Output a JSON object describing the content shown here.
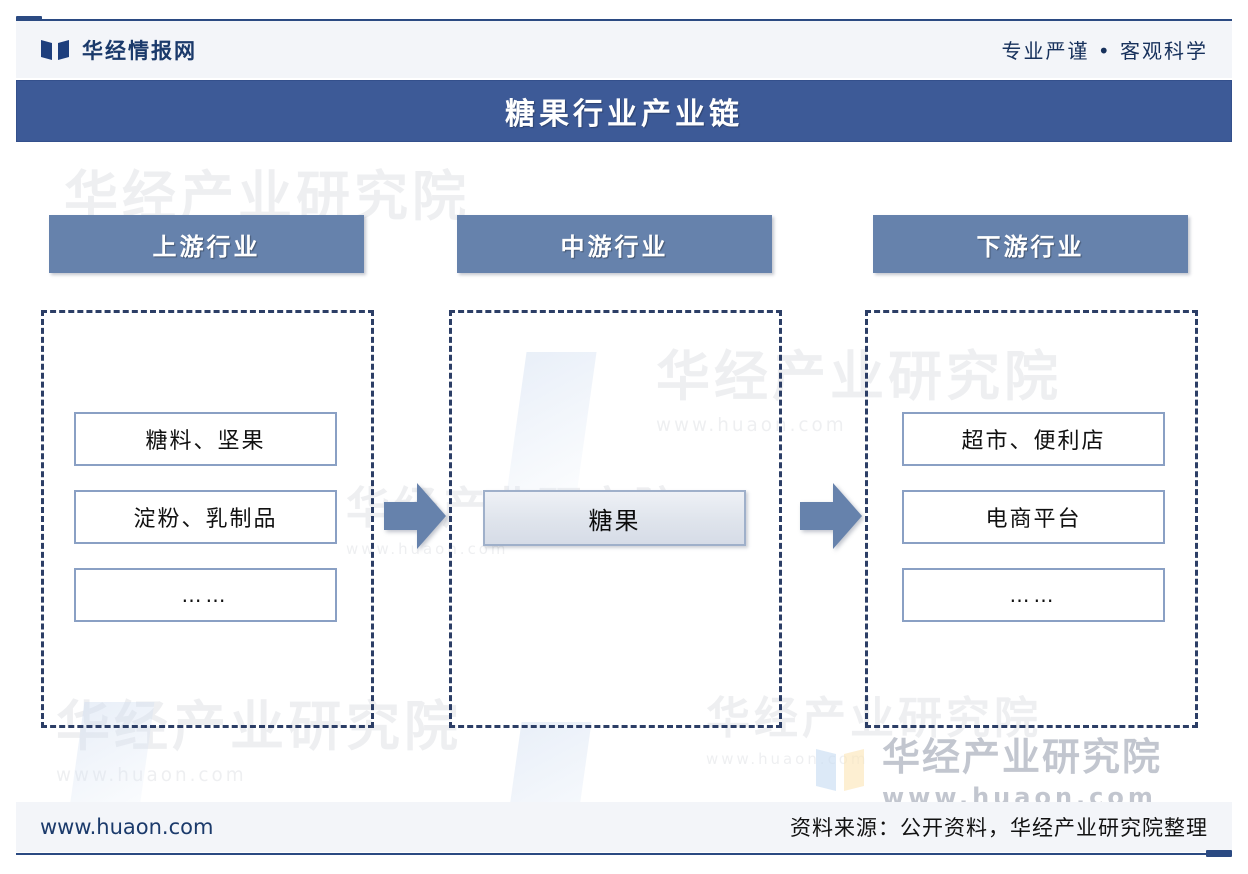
{
  "header": {
    "logo_icon": "book-logo-icon",
    "brand_name": "华经情报网",
    "tagline": "专业严谨 • 客观科学"
  },
  "title_bar": {
    "title": "糖果行业产业链"
  },
  "colors": {
    "title_bar_bg": "#3d5a97",
    "column_header_bg": "#6682ac",
    "dashed_border": "#2c3e66",
    "item_border": "#8aa0c4",
    "arrow_fill": "#6682ac",
    "band_bg": "#f3f5f9",
    "rule": "#2b4a82"
  },
  "chart_data": {
    "type": "diagram",
    "title": "糖果行业产业链",
    "layout": "three-stage horizontal value chain with arrows",
    "stages": [
      {
        "key": "upstream",
        "label": "上游行业",
        "items": [
          "糖料、坚果",
          "淀粉、乳制品",
          "……"
        ]
      },
      {
        "key": "midstream",
        "label": "中游行业",
        "items": [
          "糖果"
        ],
        "highlighted": true
      },
      {
        "key": "downstream",
        "label": "下游行业",
        "items": [
          "超市、便利店",
          "电商平台",
          "……"
        ]
      }
    ],
    "connectors": [
      {
        "from": "upstream",
        "to": "midstream",
        "icon": "right-arrow-icon"
      },
      {
        "from": "midstream",
        "to": "downstream",
        "icon": "right-arrow-icon"
      }
    ]
  },
  "watermark": {
    "text": "华经产业研究院",
    "url": "www.huaon.com"
  },
  "footer": {
    "url": "www.huaon.com",
    "source": "资料来源：公开资料，华经产业研究院整理"
  }
}
